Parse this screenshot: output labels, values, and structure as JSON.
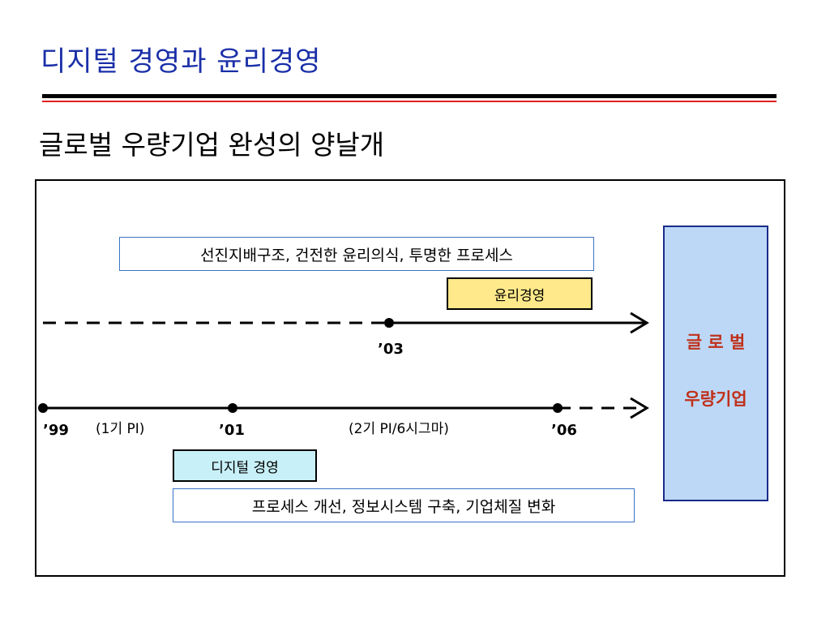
{
  "header": {
    "title": "디지털 경영과 윤리경영",
    "subtitle": "글로벌 우량기업 완성의 양날개"
  },
  "diagram": {
    "top_desc": "선진지배구조, 건전한 윤리의식, 투명한 프로세스",
    "ethics_label": "윤리경영",
    "year_03": "’03",
    "year_99": "’99",
    "phase1": "(1기 PI)",
    "year_01": "’01",
    "phase2": "(2기 PI/6시그마)",
    "year_06": "’06",
    "digital_label": "디지털 경영",
    "bottom_desc": "프로세스 개선, 정보시스템 구축, 기업체질 변화",
    "goal_line1": "글 로 벌",
    "goal_line2": "우량기업"
  },
  "colors": {
    "title": "#1a2fa8",
    "ethics_box": "#ffe98a",
    "digital_box": "#c8f0f8",
    "goal_box": "#bcd8f6",
    "goal_text": "#c0301a"
  }
}
